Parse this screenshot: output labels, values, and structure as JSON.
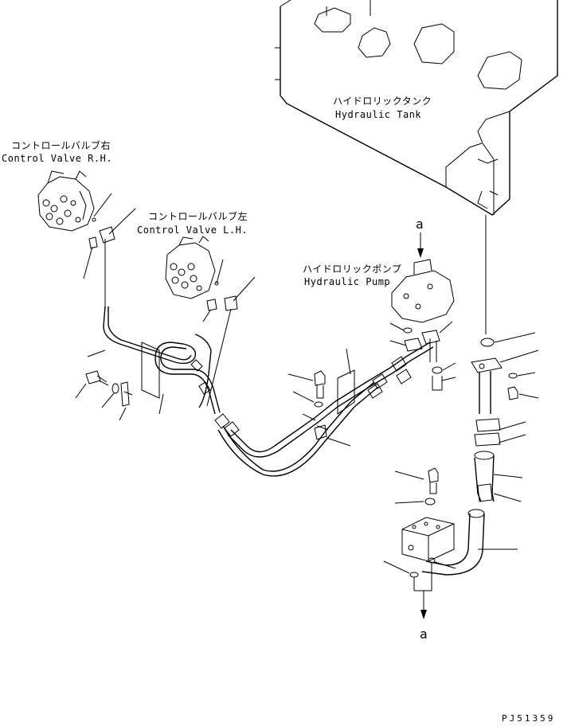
{
  "labels": {
    "tank_jp": "ハイドロリックタンク",
    "tank_en": "Hydraulic Tank",
    "cv_rh_jp": "コントロールバルブ右",
    "cv_rh_en": "Control Valve R.H.",
    "cv_lh_jp": "コントロールバルブ左",
    "cv_lh_en": "Control Valve L.H.",
    "pump_jp": "ハイドロリックポンプ",
    "pump_en": "Hydraulic Pump",
    "ref_a_top": "a",
    "ref_a_bottom": "a",
    "drawing_code": "PJ51359"
  }
}
